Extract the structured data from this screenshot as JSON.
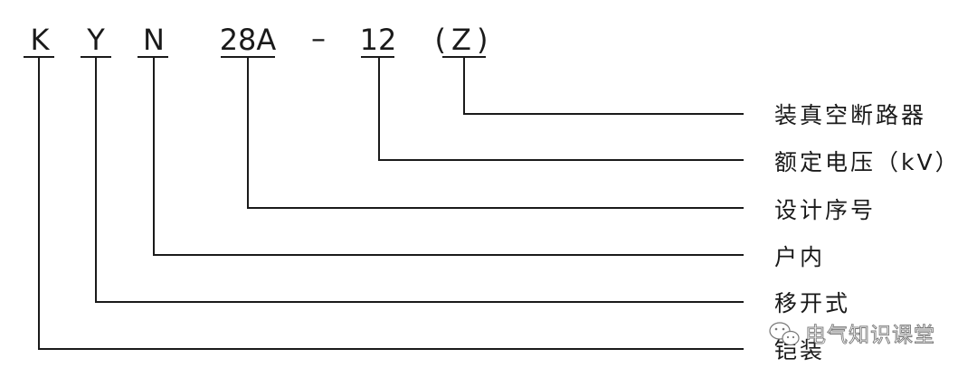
{
  "model_code": {
    "k": "K",
    "y": "Y",
    "n": "N",
    "design": "28A",
    "dash": "–",
    "voltage": "12",
    "z": "(Z)"
  },
  "labels": {
    "breaker": "装真空断路器",
    "rated_voltage": "额定电压（kV）",
    "design_no": "设计序号",
    "indoor": "户内",
    "withdrawable": "移开式",
    "armored": "铠装"
  },
  "watermark": {
    "text": "电气知识课堂",
    "icon": "wechat-icon"
  },
  "colors": {
    "ink": "#1a1a1a",
    "background": "#ffffff"
  }
}
